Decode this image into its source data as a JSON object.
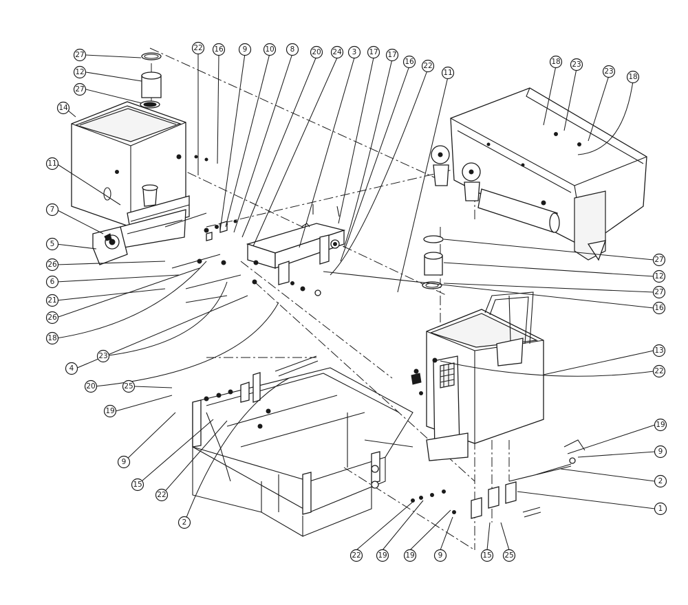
{
  "callouts": [
    {
      "label": "27"
    },
    {
      "label": "12"
    },
    {
      "label": "27"
    },
    {
      "label": "14"
    },
    {
      "label": "11"
    },
    {
      "label": "7"
    },
    {
      "label": "5"
    },
    {
      "label": "26"
    },
    {
      "label": "6"
    },
    {
      "label": "21"
    },
    {
      "label": "26"
    },
    {
      "label": "18"
    },
    {
      "label": "23"
    },
    {
      "label": "4"
    },
    {
      "label": "20"
    },
    {
      "label": "25"
    },
    {
      "label": "19"
    },
    {
      "label": "9"
    },
    {
      "label": "15"
    },
    {
      "label": "22"
    },
    {
      "label": "2"
    },
    {
      "label": "22"
    },
    {
      "label": "16"
    },
    {
      "label": "9"
    },
    {
      "label": "10"
    },
    {
      "label": "8"
    },
    {
      "label": "20"
    },
    {
      "label": "24"
    },
    {
      "label": "3"
    },
    {
      "label": "17"
    },
    {
      "label": "17"
    },
    {
      "label": "16"
    },
    {
      "label": "22"
    },
    {
      "label": "11"
    },
    {
      "label": "18"
    },
    {
      "label": "23"
    },
    {
      "label": "23"
    },
    {
      "label": "18"
    },
    {
      "label": "27"
    },
    {
      "label": "12"
    },
    {
      "label": "27"
    },
    {
      "label": "16"
    },
    {
      "label": "13"
    },
    {
      "label": "22"
    },
    {
      "label": "19"
    },
    {
      "label": "9"
    },
    {
      "label": "2"
    },
    {
      "label": "1"
    },
    {
      "label": "22"
    },
    {
      "label": "19"
    },
    {
      "label": "19"
    },
    {
      "label": "9"
    },
    {
      "label": "15"
    },
    {
      "label": "25"
    }
  ]
}
